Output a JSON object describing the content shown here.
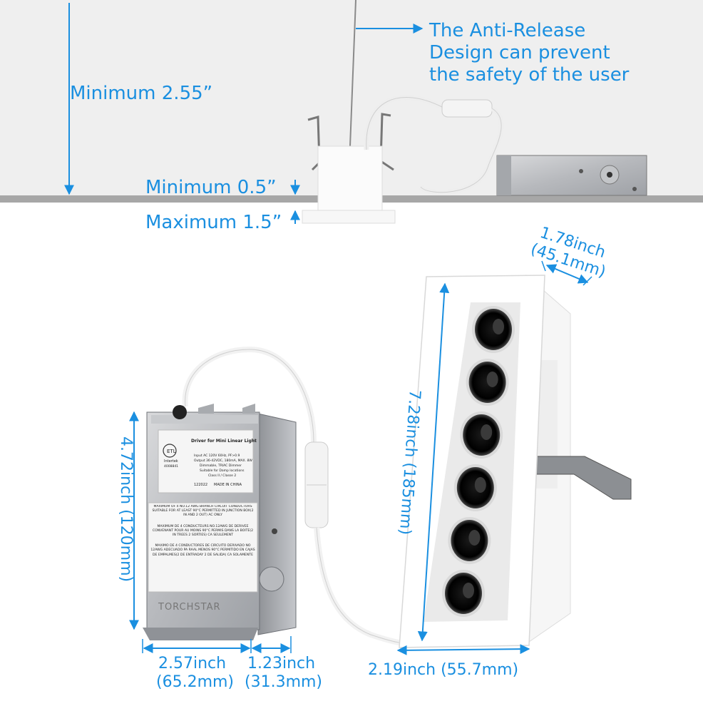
{
  "colors": {
    "accent": "#1a8fe0",
    "ceiling": "#a7a7a7",
    "wall": "#efefef"
  },
  "callout": {
    "line1": "The Anti-Release",
    "line2": "Design can prevent",
    "line3": "the safety of the user"
  },
  "dimensions": {
    "height_min": "Minimum 2.55”",
    "thickness_min": "Minimum 0.5”",
    "thickness_max": "Maximum 1.5”",
    "fixture_width_in": "1.78inch",
    "fixture_width_mm": "(45.1mm)",
    "fixture_length": "7.28inch (185mm)",
    "fixture_face": "2.19inch (55.7mm)",
    "driver_height": "4.72inch (120mm)",
    "driver_width_in": "2.57inch",
    "driver_width_mm": "(65.2mm)",
    "driver_depth_in": "1.23inch",
    "driver_depth_mm": "(31.3mm)"
  },
  "driver_label": {
    "title": "Driver for Mini Linear Light",
    "input": "Input AC 120V 60Hz, PF>0.9",
    "output": "Output 36-42VDC, 180mA, MAX. 8W",
    "dimming": "Dimmable, TRIAC Dimmer",
    "location": "Suitable for Damp locations",
    "class": "Class II / Classe 2",
    "brand_mark": "Intertek",
    "code": "4008841",
    "date": "122022",
    "origin": "MADE IN CHINA",
    "warning_en": "MAXIMUM OF 4 NO.12 AWG BRANCH CIRCUIT CONDUCTORS SUITABLE FOR AT LEAST 90°C PERMITTED IN JUNCTION BOX(2 IN AND 2 OUT) AC ONLY",
    "warning_fr": "MAXIMUM DE 4 CONDUCTEURS NO.12AWG DE DERIVEE CONVENANT POUR AU MOINS 90°C PERMIS DANS LA BOITE(2 IN TREES 2 SORTIES) CA SEULEMENT",
    "warning_es": "MAXIMO DE 4 CONDUCTORES DE CIRCUITO DERIVADO NO 12AWG ADECUADO PA RAAL MENOS 90°C PERMITIDO EN CAJAS DE EMPALMES(2 DE ENTRADAY 2 DE SALIDA) CA SOLAMENTE",
    "brand": "TORCHSTAR"
  },
  "fixture": {
    "led_count": 6
  }
}
